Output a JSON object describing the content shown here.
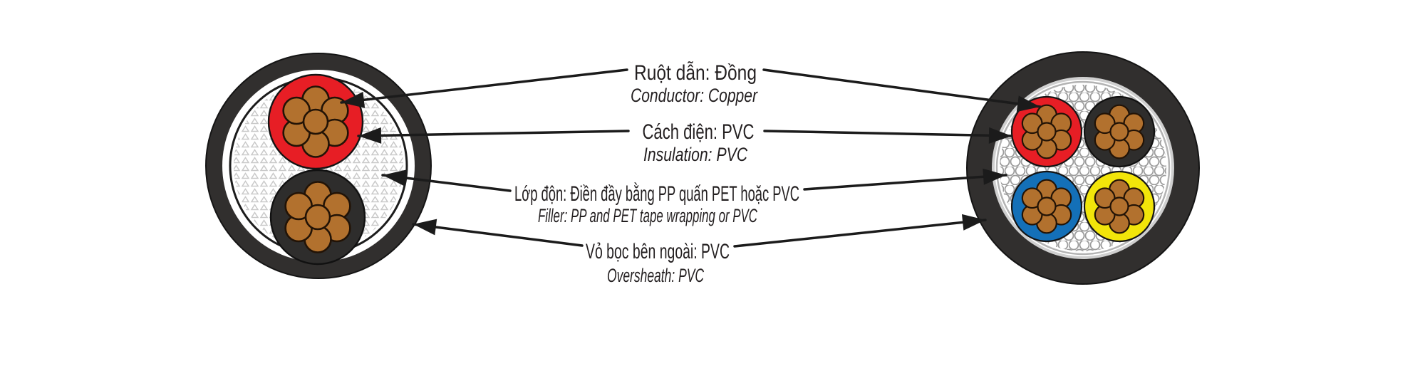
{
  "diagram": {
    "type": "power-cable cross-section, annotated",
    "labels": {
      "conductor": {
        "vi": "Ruột dẫn: Đồng",
        "en": "Conductor: Copper"
      },
      "insulation": {
        "vi": "Cách điện: PVC",
        "en": "Insulation: PVC"
      },
      "filler": {
        "vi": "Lớp độn: Điền đầy bằng PP quấn PET hoặc PVC",
        "en": "Filler: PP and PET tape wrapping or PVC"
      },
      "oversheath": {
        "vi": "Vỏ bọc bên ngoài: PVC",
        "en": "Oversheath: PVC"
      }
    },
    "left_cable": {
      "cores": 2,
      "core_colors": [
        "red",
        "black"
      ],
      "strands_per_core": 7
    },
    "right_cable": {
      "cores": 4,
      "core_colors": [
        "red",
        "black",
        "blue",
        "yellow"
      ],
      "strands_per_core": 7
    },
    "colors": {
      "copper": "#b2712e",
      "core_red": "#e71e25",
      "core_black": "#2e2d2c",
      "core_blue": "#1470b8",
      "core_yellow": "#f2e50a",
      "sheath": "#312f2e",
      "leader_line": "#1b1b1b",
      "filler_pattern_left": "#c9c9c9",
      "filler_pattern_right": "#9c9c9c"
    }
  }
}
